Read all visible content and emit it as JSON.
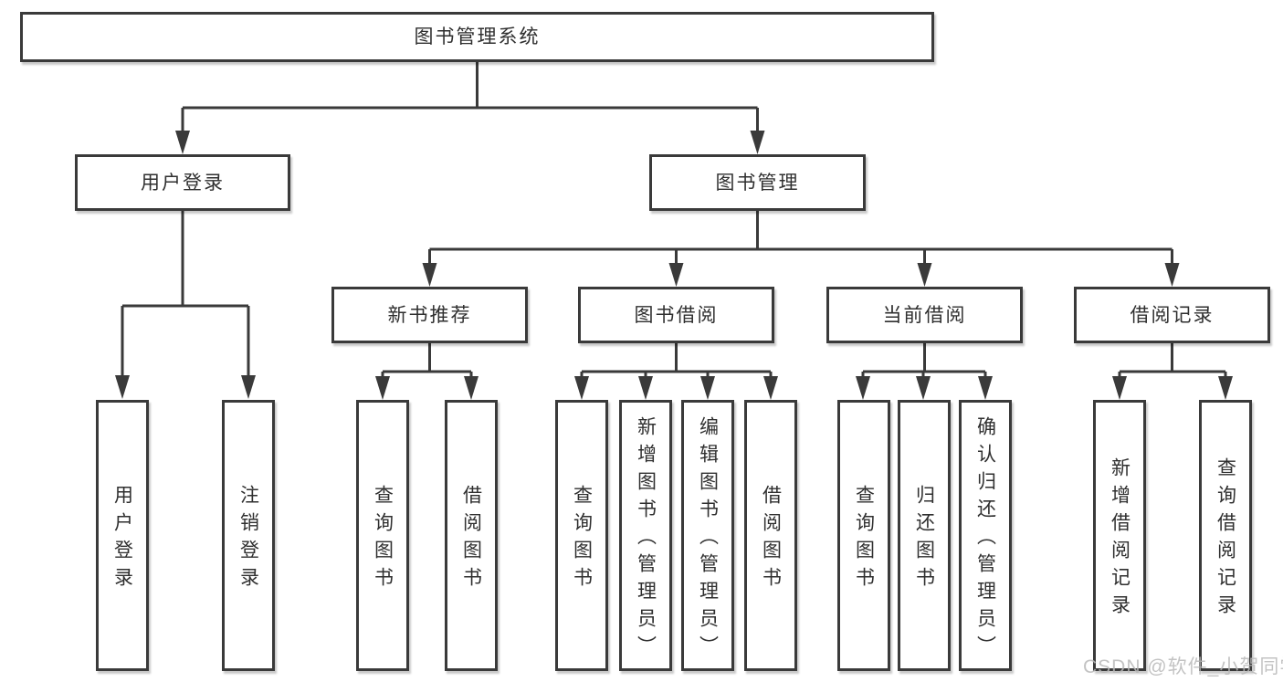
{
  "diagram": {
    "title": "图书管理系统",
    "type": "hierarchy-tree",
    "colors": {
      "line": "#3a3a3a",
      "border": "#3a3a3a",
      "text": "#2f2f2f",
      "box_bg": "#ffffff",
      "watermark": "#b9b9b9"
    },
    "nodes": {
      "root": {
        "label": "图书管理系统"
      },
      "user_login": {
        "label": "用户登录"
      },
      "book_mgmt": {
        "label": "图书管理"
      },
      "new_book_rec": {
        "label": "新书推荐"
      },
      "book_borrow": {
        "label": "图书借阅"
      },
      "current_borrow": {
        "label": "当前借阅"
      },
      "borrow_record": {
        "label": "借阅记录"
      },
      "leaf_user_login": {
        "label": "用户登录"
      },
      "leaf_user_logout": {
        "label": "注销登录"
      },
      "leaf_rec_query": {
        "label": "查询图书"
      },
      "leaf_rec_borrow": {
        "label": "借阅图书"
      },
      "leaf_bor_query": {
        "label": "查询图书"
      },
      "leaf_bor_add": {
        "label": "新增图书（管理员）"
      },
      "leaf_bor_edit": {
        "label": "编辑图书（管理员）"
      },
      "leaf_bor_borrow": {
        "label": "借阅图书"
      },
      "leaf_cur_query": {
        "label": "查询图书"
      },
      "leaf_cur_return": {
        "label": "归还图书"
      },
      "leaf_cur_confirm": {
        "label": "确认归还（管理员）"
      },
      "leaf_hist_add": {
        "label": "新增借阅记录"
      },
      "leaf_hist_query": {
        "label": "查询借阅记录"
      }
    },
    "edges": [
      [
        "root",
        "user_login"
      ],
      [
        "root",
        "book_mgmt"
      ],
      [
        "user_login",
        "leaf_user_login"
      ],
      [
        "user_login",
        "leaf_user_logout"
      ],
      [
        "book_mgmt",
        "new_book_rec"
      ],
      [
        "book_mgmt",
        "book_borrow"
      ],
      [
        "book_mgmt",
        "current_borrow"
      ],
      [
        "book_mgmt",
        "borrow_record"
      ],
      [
        "new_book_rec",
        "leaf_rec_query"
      ],
      [
        "new_book_rec",
        "leaf_rec_borrow"
      ],
      [
        "book_borrow",
        "leaf_bor_query"
      ],
      [
        "book_borrow",
        "leaf_bor_add"
      ],
      [
        "book_borrow",
        "leaf_bor_edit"
      ],
      [
        "book_borrow",
        "leaf_bor_borrow"
      ],
      [
        "current_borrow",
        "leaf_cur_query"
      ],
      [
        "current_borrow",
        "leaf_cur_return"
      ],
      [
        "current_borrow",
        "leaf_cur_confirm"
      ],
      [
        "borrow_record",
        "leaf_hist_add"
      ],
      [
        "borrow_record",
        "leaf_hist_query"
      ]
    ]
  },
  "watermark": {
    "text": "CSDN @软件_小贺同学"
  }
}
